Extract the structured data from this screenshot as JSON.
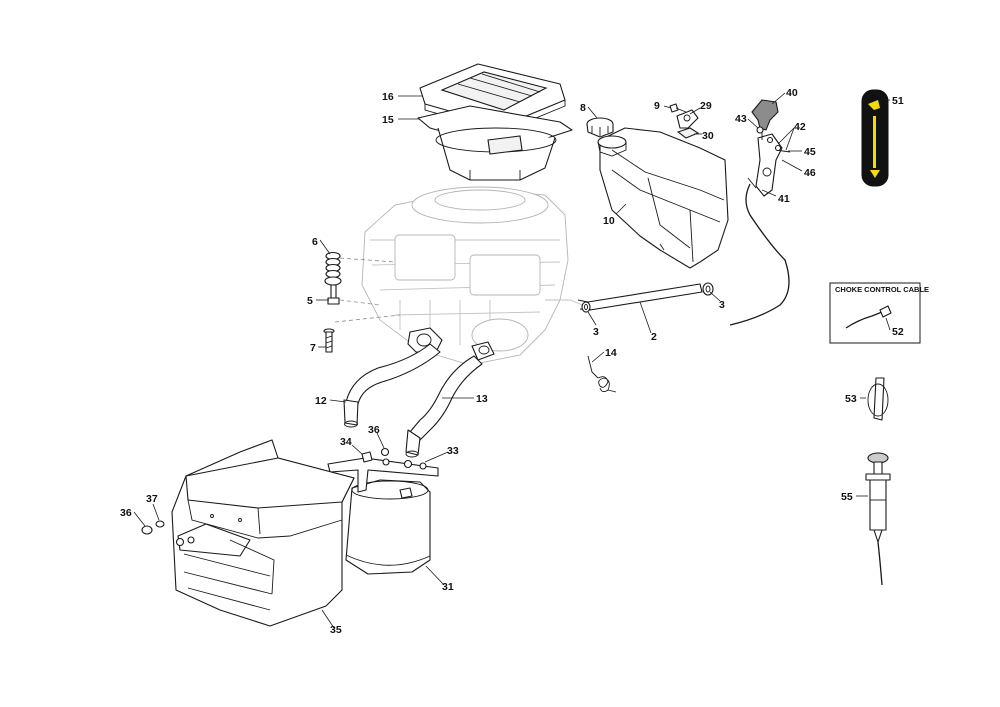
{
  "diagram": {
    "title": "Exploded parts diagram — engine fuel tank, exhaust and choke control",
    "colors": {
      "line": "#1a1a1a",
      "ghost_engine": "#b5b5b5",
      "decal_background": "#111111",
      "decal_accent": "#f5d90a"
    },
    "inset_box": {
      "title": "CHOKE CONTROL CABLE"
    },
    "callouts": {
      "c2": "2",
      "c3a": "3",
      "c3b": "3",
      "c5": "5",
      "c6": "6",
      "c7": "7",
      "c8": "8",
      "c9": "9",
      "c10": "10",
      "c12": "12",
      "c13": "13",
      "c14": "14",
      "c15": "15",
      "c16": "16",
      "c29": "29",
      "c30": "30",
      "c31": "31",
      "c33": "33",
      "c34": "34",
      "c35": "35",
      "c36a": "36",
      "c36b": "36",
      "c37": "37",
      "c40": "40",
      "c41": "41",
      "c42": "42",
      "c43": "43",
      "c45": "45",
      "c46": "46",
      "c51": "51",
      "c52": "52",
      "c53": "53",
      "c55": "55"
    }
  }
}
